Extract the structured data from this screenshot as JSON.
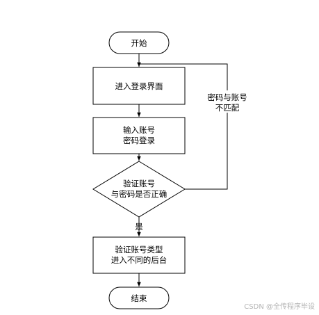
{
  "flowchart": {
    "start": "开始",
    "enter_login": "进入登录界面",
    "input_account": [
      "输入账号",
      "密码登录"
    ],
    "verify": [
      "验证账号",
      "与密码是否正确"
    ],
    "mismatch_label": [
      "密码与账号",
      "不匹配"
    ],
    "yes_label": "是",
    "route_by_type": [
      "验证账号类型",
      "进入不同的后台"
    ],
    "end": "结束"
  },
  "watermark": "CSDN @全传程序毕设"
}
